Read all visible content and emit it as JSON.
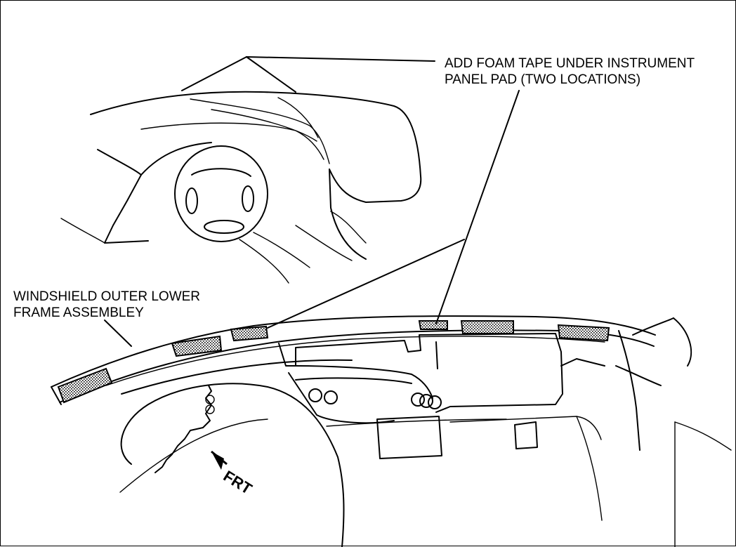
{
  "callouts": {
    "foam_tape": {
      "line1": "ADD FOAM TAPE UNDER INSTRUMENT",
      "line2": "PANEL PAD (TWO LOCATIONS)"
    },
    "windshield_frame": {
      "line1": "WINDSHIELD OUTER LOWER",
      "line2": "FRAME ASSEMBLEY"
    }
  },
  "direction_indicator": {
    "label": "FRT"
  }
}
